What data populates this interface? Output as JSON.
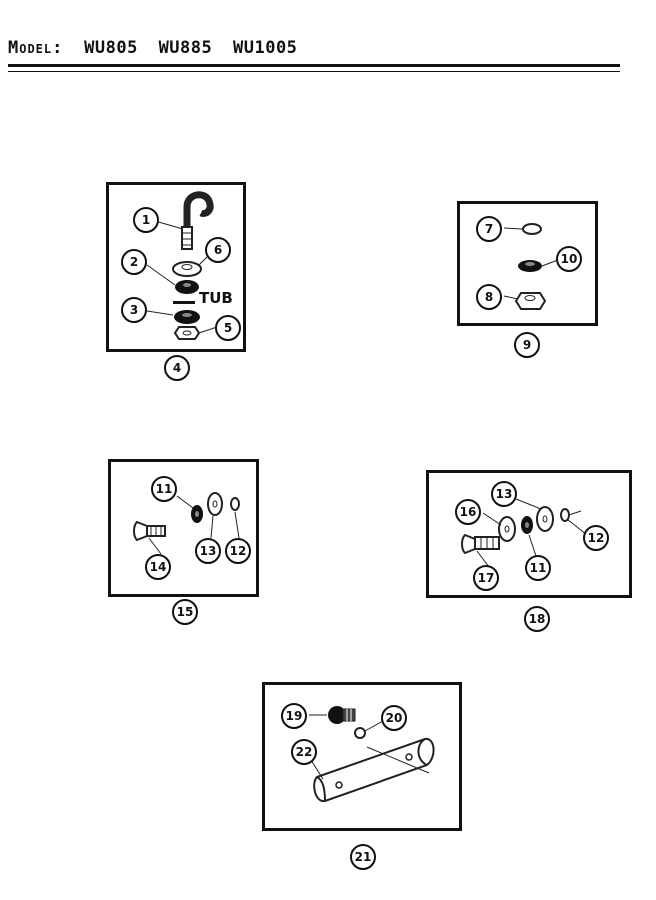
{
  "header": {
    "label": "Model:",
    "models": [
      "WU805",
      "WU885",
      "WU1005"
    ]
  },
  "diagrams": {
    "a": {
      "group": "4",
      "parts": {
        "p1": "1",
        "p2": "2",
        "p3": "3",
        "p5": "5",
        "p6": "6"
      },
      "tub_label": "TUB"
    },
    "b": {
      "group": "9",
      "parts": {
        "p7": "7",
        "p8": "8",
        "p10": "10"
      }
    },
    "c": {
      "group": "15",
      "parts": {
        "p11": "11",
        "p12": "12",
        "p13": "13",
        "p14": "14"
      }
    },
    "d": {
      "group": "18",
      "parts": {
        "p11": "11",
        "p12": "12",
        "p13": "13",
        "p16": "16",
        "p17": "17"
      }
    },
    "e": {
      "group": "21",
      "parts": {
        "p19": "19",
        "p20": "20",
        "p22": "22"
      }
    }
  }
}
